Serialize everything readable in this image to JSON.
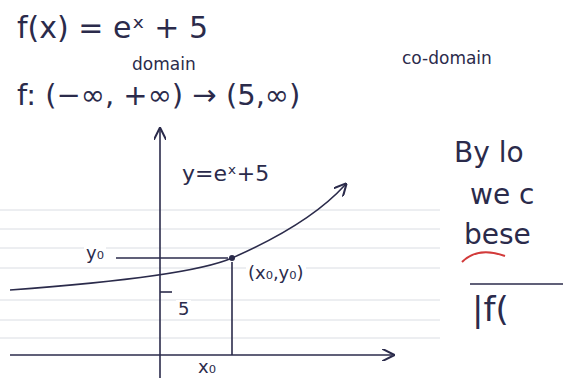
{
  "diagram": {
    "labels": [
      "f(x) = eˣ + 5",
      "domain",
      "co-domain",
      "f: (−∞, +∞) → (5,∞)",
      "y=eˣ+5",
      "y₀",
      "(x₀,y₀)",
      "5",
      "x₀",
      "By lo",
      "we c",
      "bese",
      "|f("
    ]
  }
}
